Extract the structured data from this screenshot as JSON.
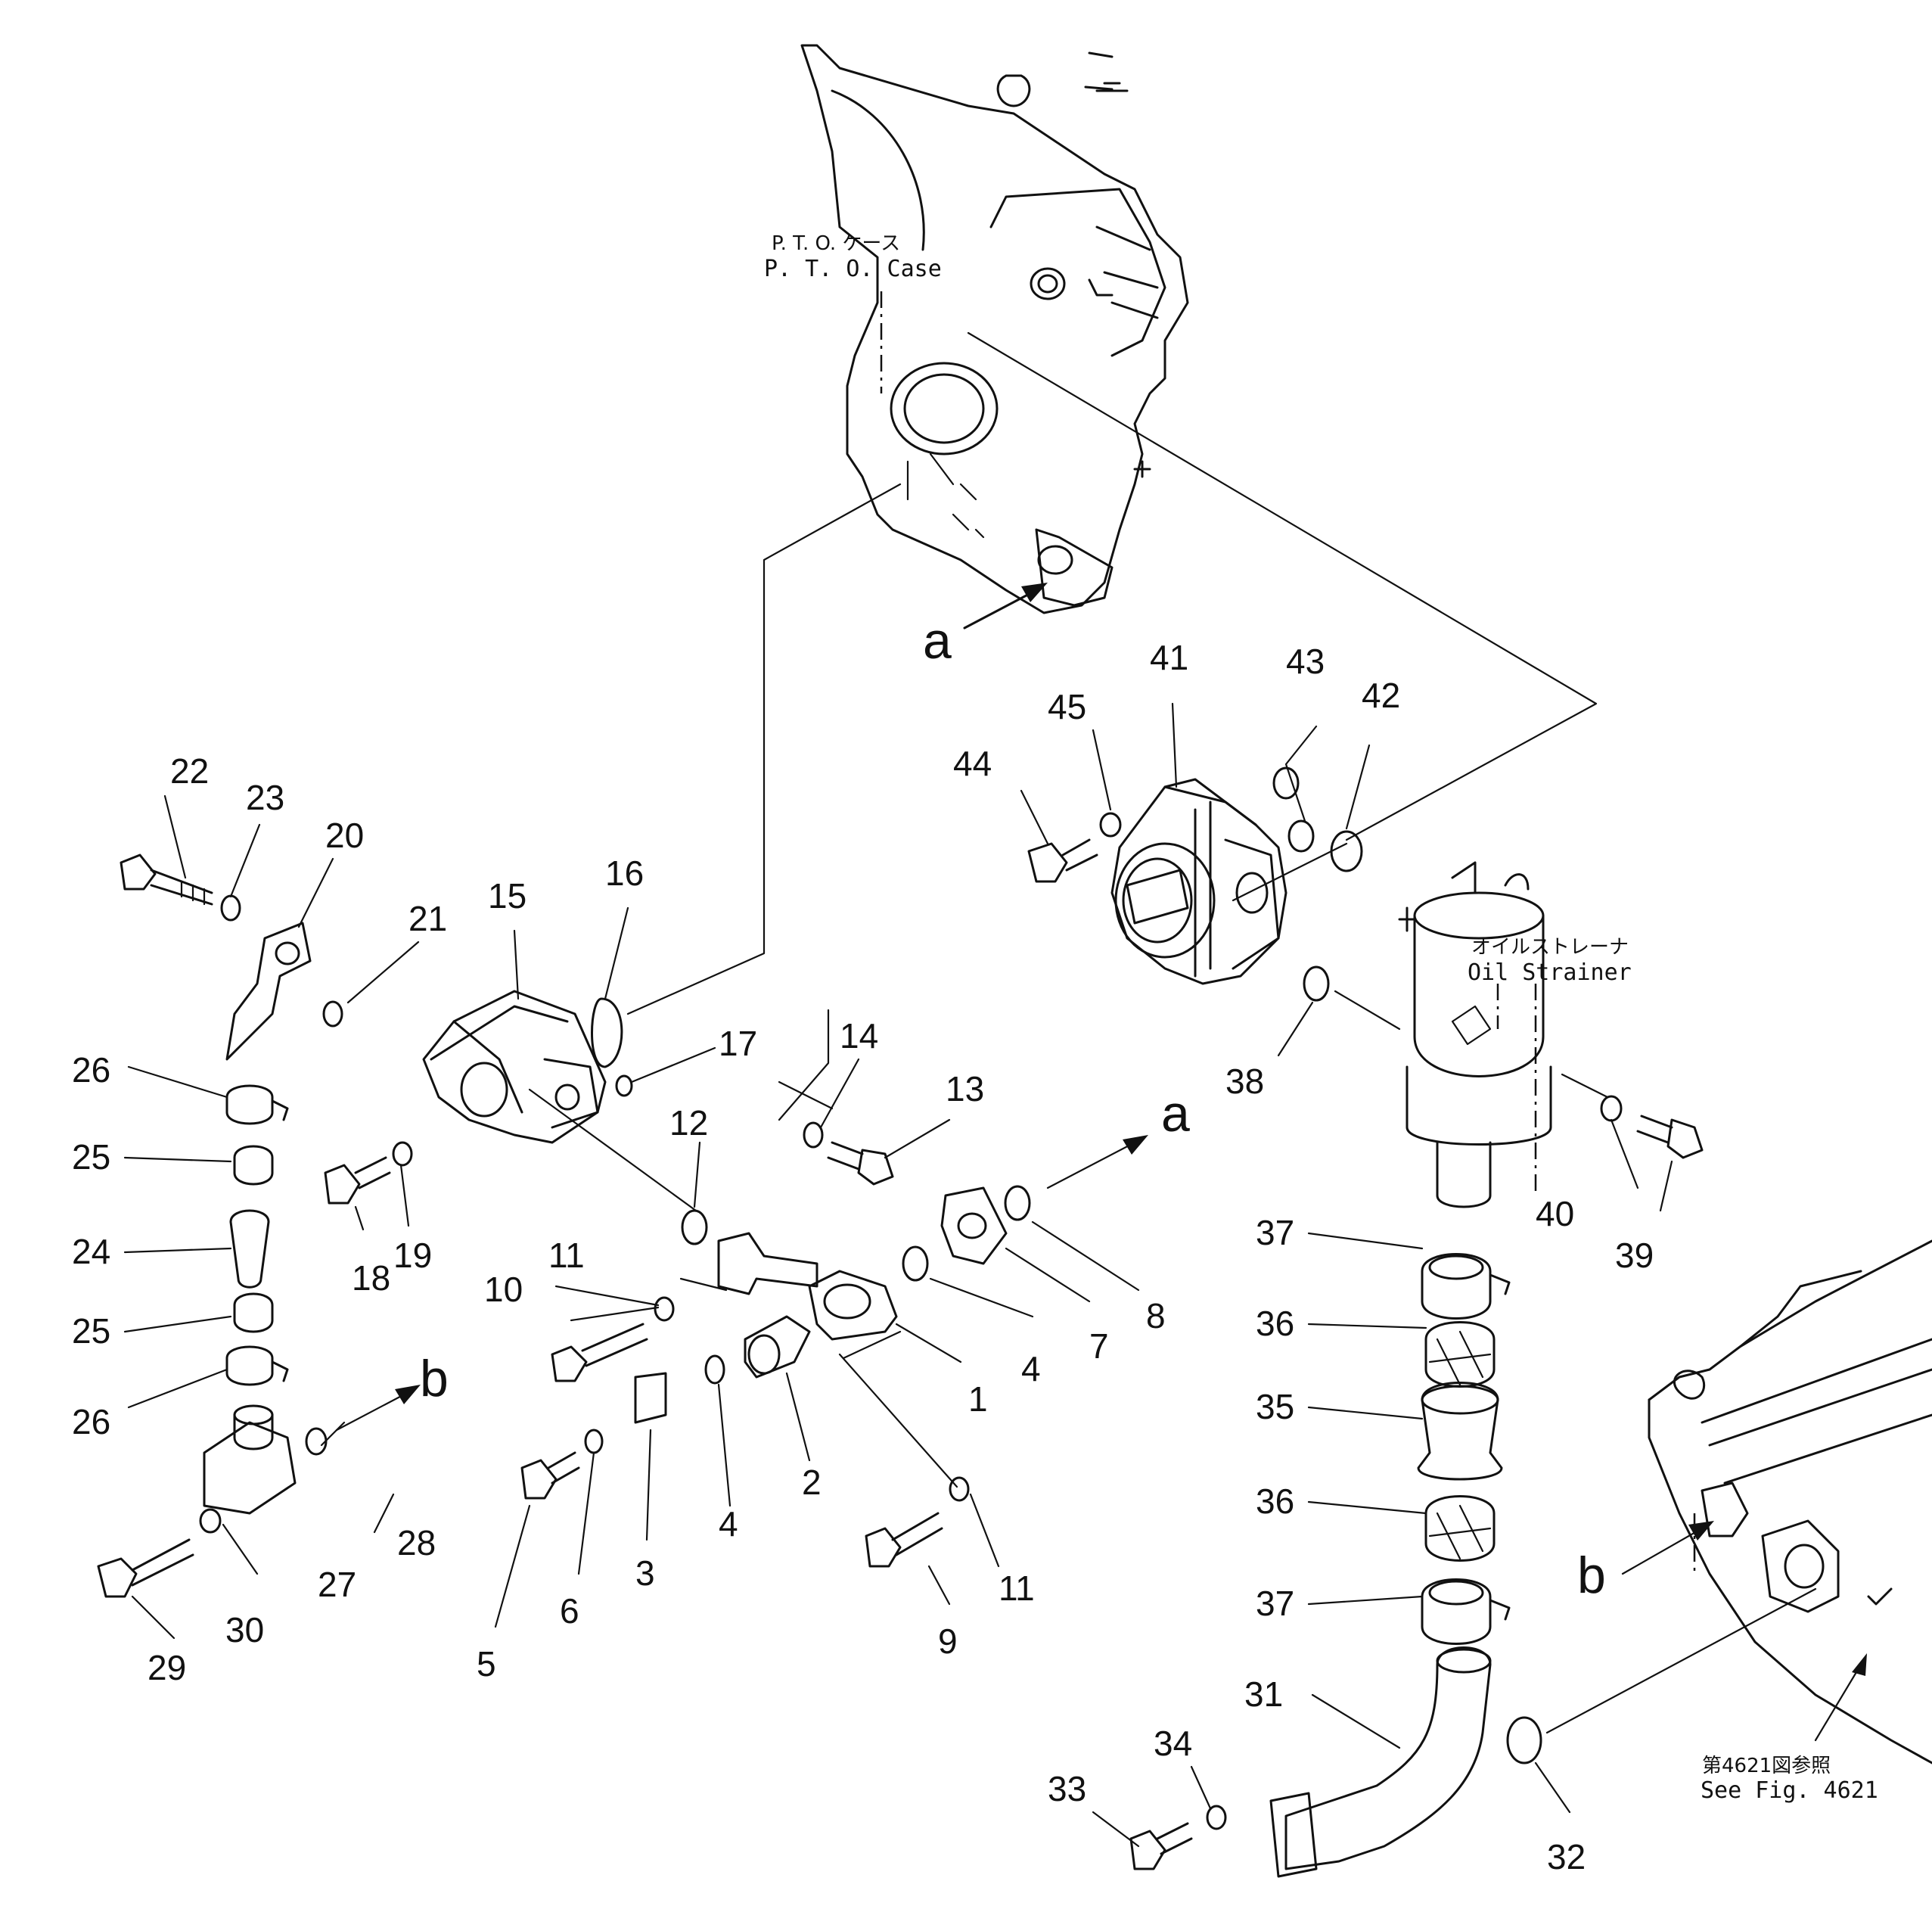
{
  "labels": {
    "pto_case_jp": "P. T. O. ケース",
    "pto_case_en": "P. T. O.  Case",
    "oil_strainer_jp": "オイルストレーナ",
    "oil_strainer_en": "Oil  Strainer",
    "see_fig_jp": "第4621図参照",
    "see_fig_en": "See  Fig. 4621"
  },
  "callouts": {
    "a": "a",
    "b": "b"
  },
  "parts": {
    "p1": "1",
    "p2": "2",
    "p3": "3",
    "p4": "4",
    "p4b": "4",
    "p5": "5",
    "p6": "6",
    "p7": "7",
    "p8": "8",
    "p9": "9",
    "p10": "10",
    "p11": "11",
    "p11b": "11",
    "p12": "12",
    "p13": "13",
    "p14": "14",
    "p15": "15",
    "p16": "16",
    "p17": "17",
    "p18": "18",
    "p19": "19",
    "p20": "20",
    "p21": "21",
    "p22": "22",
    "p23": "23",
    "p24": "24",
    "p25": "25",
    "p25b": "25",
    "p26": "26",
    "p26b": "26",
    "p27": "27",
    "p28": "28",
    "p29": "29",
    "p30": "30",
    "p31": "31",
    "p32": "32",
    "p33": "33",
    "p34": "34",
    "p35": "35",
    "p36": "36",
    "p36b": "36",
    "p37": "37",
    "p37b": "37",
    "p38": "38",
    "p39": "39",
    "p40": "40",
    "p41": "41",
    "p42": "42",
    "p43": "43",
    "p44": "44",
    "p45": "45"
  }
}
